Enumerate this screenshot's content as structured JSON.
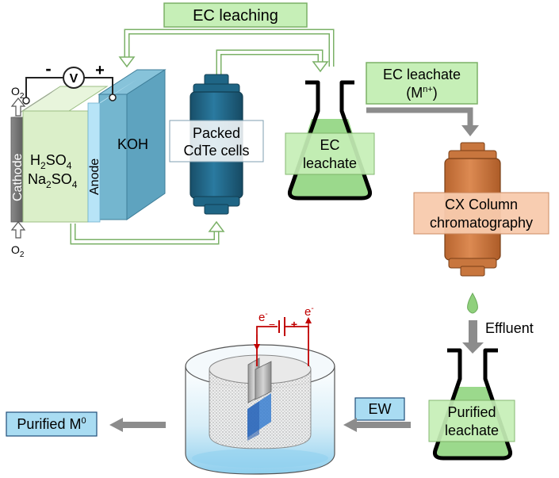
{
  "process_labels": {
    "ec_leaching": "EC leaching",
    "ec_leachate_flow_line1": "EC leachate",
    "ec_leachate_flow_line2": "(M",
    "ec_leachate_flow_sup": "n+",
    "ec_leachate_flow_close": ")",
    "packed_cells_line1": "Packed",
    "packed_cells_line2": "CdTe cells",
    "flask_ec_line1": "EC",
    "flask_ec_line2": "leachate",
    "cx_column_line1": "CX Column",
    "cx_column_line2": "chromatography",
    "effluent": "Effluent",
    "purified_leachate_line1": "Purified",
    "purified_leachate_line2": "leachate",
    "ew": "EW",
    "purified_metal": "Purified M",
    "purified_metal_sup": "0"
  },
  "cell": {
    "cathode": "Cathode",
    "anode": "Anode",
    "electrolyte_line1_a": "H",
    "electrolyte_line1_sub1": "2",
    "electrolyte_line1_b": "SO",
    "electrolyte_line1_sub2": "4",
    "electrolyte_line2_a": "Na",
    "electrolyte_line2_sub1": "2",
    "electrolyte_line2_b": "SO",
    "electrolyte_line2_sub2": "4",
    "anolyte": "KOH",
    "voltmeter": "V",
    "minus": "-",
    "plus": "+",
    "o2_top": "O",
    "o2_top_sub": "2",
    "o2_bottom": "O",
    "o2_bottom_sub": "2"
  },
  "ew_cell": {
    "electron_left": "e",
    "electron_left_sup": "-",
    "electron_right": "e",
    "electron_right_sup": "-",
    "minus": "−",
    "plus": "+"
  },
  "colors": {
    "label_fill": "#c6efb7",
    "label_stroke": "#7bb167",
    "cell_electrolyte": "#dbefc9",
    "cell_anolyte": "#6fb2cc",
    "anode_strip": "#b7e4f7",
    "cathode_strip": "#6f6f6f",
    "column_dark_blue": "#1f6585",
    "column_orange": "#c8763e",
    "column_orange_label": "#f8cbad",
    "flask_liquid": "#9bd98c",
    "ew_bath": "#a9dcf2",
    "wire_red": "#c00000",
    "arrow_gray": "#8c8c8c",
    "purified_box": "#a9dcf2"
  }
}
